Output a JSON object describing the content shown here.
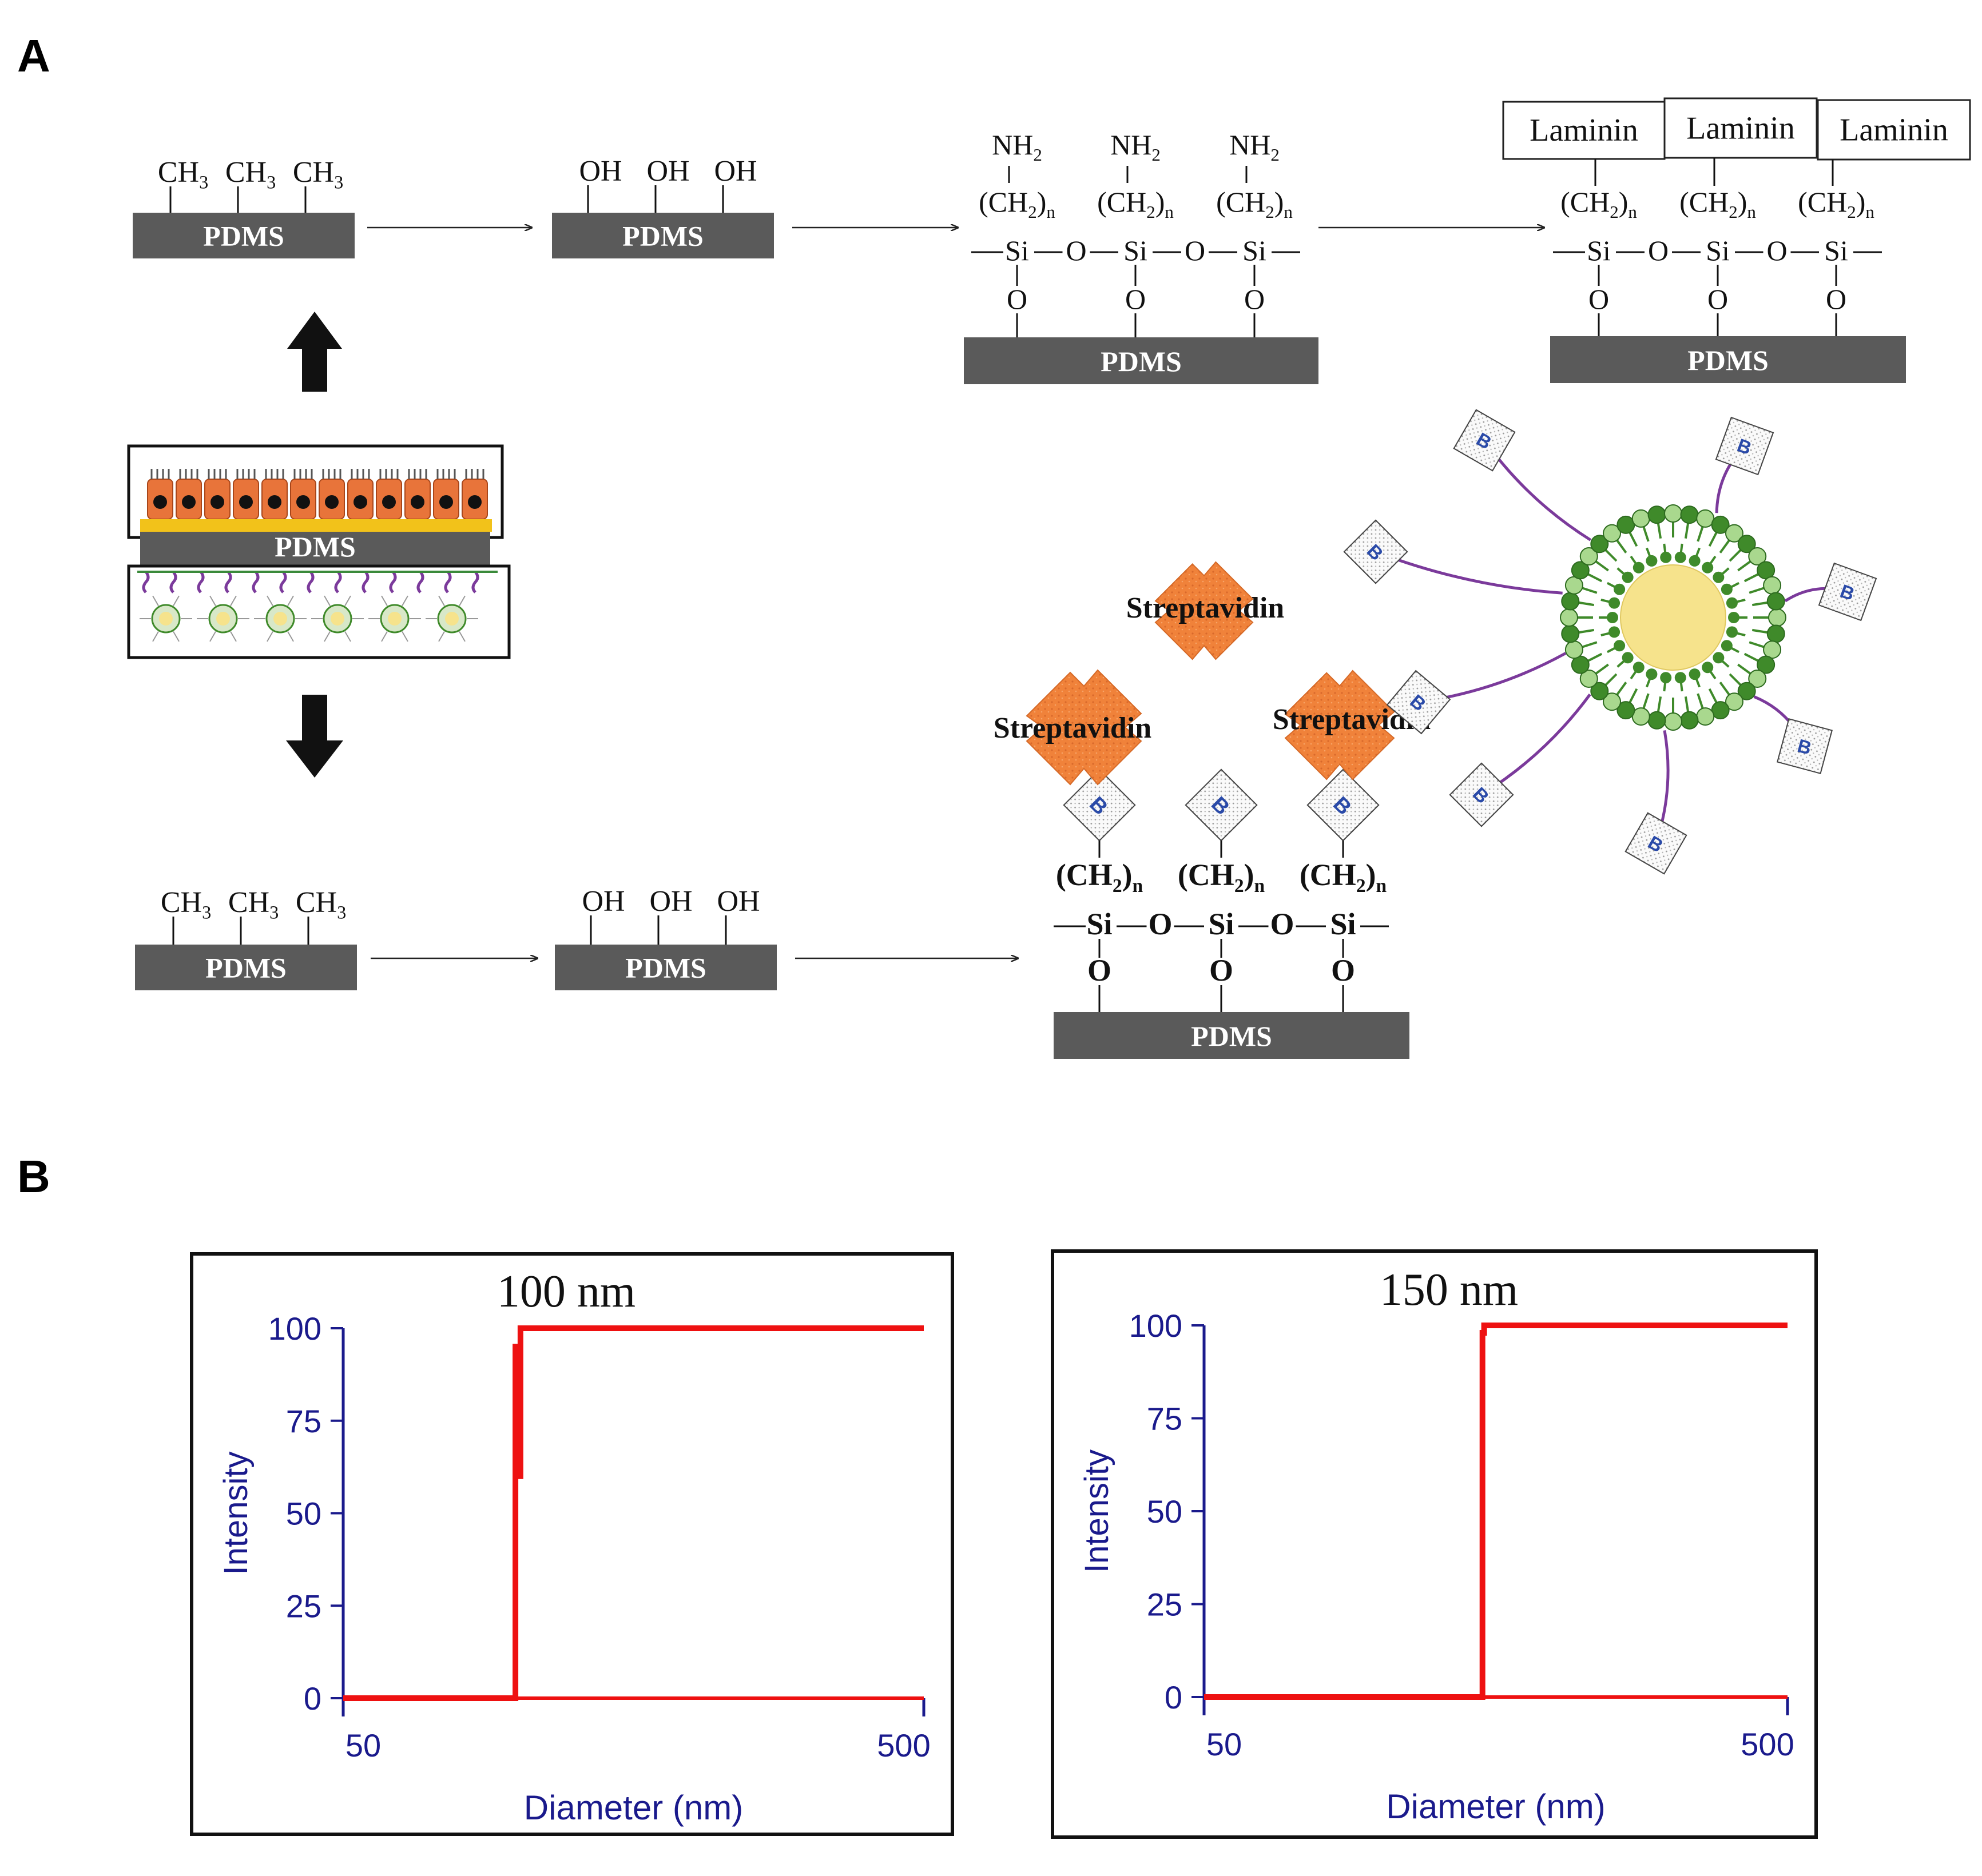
{
  "panels": {
    "a_label": "A",
    "b_label": "B"
  },
  "schematic": {
    "substrate_label": "PDMS",
    "methyl_label": "CH",
    "methyl_sub": "3",
    "hydroxyl_label": "OH",
    "amine_label": "NH",
    "amine_sub": "2",
    "chain_open": "(CH",
    "chain_sub": "2",
    "chain_close": ")",
    "chain_n": "n",
    "silicon_label": "Si",
    "oxygen_label": "O",
    "laminin_label": "Laminin",
    "streptavidin_label": "Streptavidin",
    "biotin_label": "B"
  },
  "colors": {
    "substrate": "#5a5a5a",
    "streptavidin": "#f0823a",
    "liposome_green": "#3f8a2a",
    "liposome_light": "#a9d88e",
    "liposome_core": "#f6e38c",
    "linker_purple": "#7b3a9b",
    "cell_orange": "#e8743a",
    "axis_blue": "#1a1a8c",
    "data_red": "#ee1111"
  },
  "chart_data": [
    {
      "type": "line",
      "title": "100 nm",
      "xlabel": "Diameter (nm)",
      "ylabel": "Intensity",
      "x_scale": "log",
      "xlim": [
        50,
        500
      ],
      "ylim": [
        0,
        100
      ],
      "yticks": [
        0,
        25,
        50,
        75,
        100
      ],
      "xticks": [
        50,
        500
      ],
      "series": [
        {
          "x": [
            50,
            99,
            99,
            100,
            100,
            101,
            101,
            500
          ],
          "y": [
            0,
            0,
            95,
            95,
            60,
            60,
            100,
            100
          ]
        }
      ]
    },
    {
      "type": "line",
      "title": "150 nm",
      "xlabel": "Diameter (nm)",
      "ylabel": "Intensity",
      "x_scale": "log",
      "xlim": [
        50,
        500
      ],
      "ylim": [
        0,
        100
      ],
      "yticks": [
        0,
        25,
        50,
        75,
        100
      ],
      "xticks": [
        50,
        500
      ],
      "series": [
        {
          "x": [
            50,
            150,
            150,
            151,
            151,
            500
          ],
          "y": [
            0,
            0,
            98,
            98,
            100,
            100
          ]
        }
      ]
    }
  ]
}
